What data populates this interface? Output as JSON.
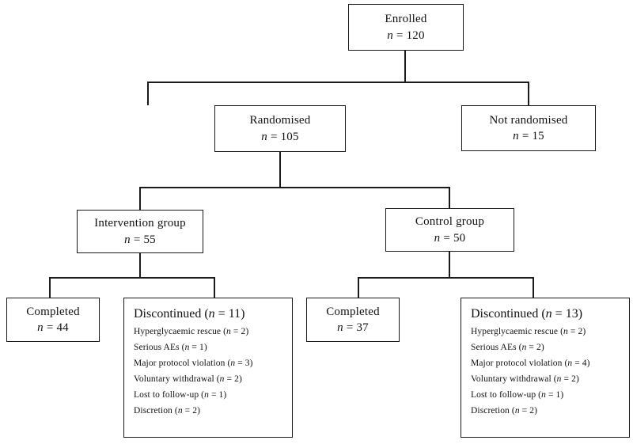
{
  "diagram": {
    "type": "consort-flow-diagram",
    "title": "",
    "line_color": "#1a1a1a",
    "background": "#ffffff",
    "nodes": {
      "enrolled": {
        "label": "Enrolled",
        "n_prefix": "n",
        "eq": "=",
        "n": "120"
      },
      "randomised": {
        "label": "Randomised",
        "n_prefix": "n",
        "eq": "=",
        "n": "105"
      },
      "not_randomised": {
        "label": "Not randomised",
        "n_prefix": "n",
        "eq": "=",
        "n": "15"
      },
      "intervention": {
        "label": "Intervention group",
        "n_prefix": "n",
        "eq": "=",
        "n": "55"
      },
      "control": {
        "label": "Control group",
        "n_prefix": "n",
        "eq": "=",
        "n": "50"
      },
      "completed_intervention": {
        "label": "Completed",
        "n_prefix": "n",
        "eq": "=",
        "n": "44"
      },
      "completed_control": {
        "label": "Completed",
        "n_prefix": "n",
        "eq": "=",
        "n": "37"
      },
      "discontinued_intervention": {
        "heading_label": "Discontinued",
        "heading_n": "11",
        "reasons": [
          {
            "label": "Hyperglycaemic rescue",
            "n": "2"
          },
          {
            "label": "Serious AEs",
            "n": "1"
          },
          {
            "label": "Major protocol violation",
            "n": "3"
          },
          {
            "label": "Voluntary withdrawal",
            "n": "2"
          },
          {
            "label": "Lost to follow-up",
            "n": "1"
          },
          {
            "label": "Discretion",
            "n": "2"
          }
        ]
      },
      "discontinued_control": {
        "heading_label": "Discontinued",
        "heading_n": "13",
        "reasons": [
          {
            "label": "Hyperglycaemic rescue",
            "n": "2"
          },
          {
            "label": "Serious AEs",
            "n": "2"
          },
          {
            "label": "Major protocol violation",
            "n": "4"
          },
          {
            "label": "Voluntary withdrawal",
            "n": "2"
          },
          {
            "label": "Lost to follow-up",
            "n": "1"
          },
          {
            "label": "Discretion",
            "n": "2"
          }
        ]
      }
    },
    "chart_data": {
      "type": "diagram",
      "flow": [
        {
          "from": "enrolled",
          "to": "randomised"
        },
        {
          "from": "enrolled",
          "to": "not_randomised"
        },
        {
          "from": "randomised",
          "to": "intervention"
        },
        {
          "from": "randomised",
          "to": "control"
        },
        {
          "from": "intervention",
          "to": "completed_intervention"
        },
        {
          "from": "intervention",
          "to": "discontinued_intervention"
        },
        {
          "from": "control",
          "to": "completed_control"
        },
        {
          "from": "control",
          "to": "discontinued_control"
        }
      ],
      "counts": {
        "enrolled": 120,
        "randomised": 105,
        "not_randomised": 15,
        "intervention": 55,
        "control": 50,
        "completed_intervention": 44,
        "discontinued_intervention": 11,
        "completed_control": 37,
        "discontinued_control": 13
      }
    }
  }
}
